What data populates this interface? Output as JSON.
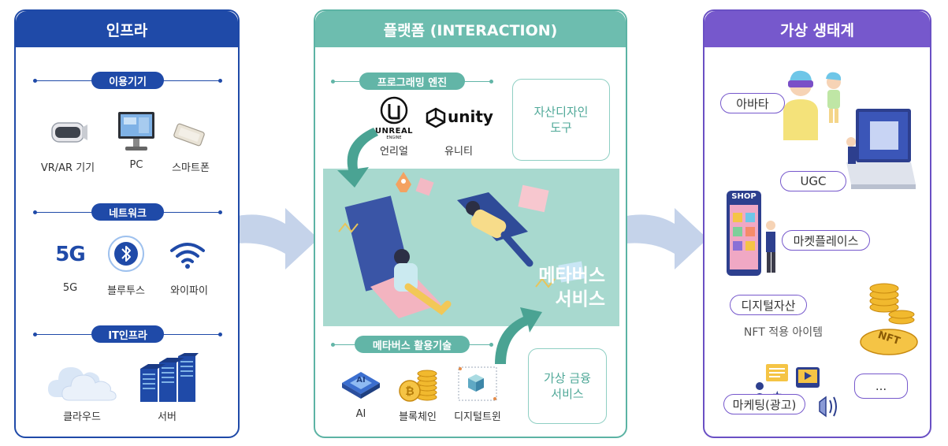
{
  "infra": {
    "title": "인프라",
    "devices": {
      "header": "이용기기",
      "items": [
        "VR/AR 기기",
        "PC",
        "스마트폰"
      ]
    },
    "network": {
      "header": "네트워크",
      "items": [
        "5G",
        "블루투스",
        "와이파이"
      ],
      "fiveg_logo": "5G"
    },
    "it": {
      "header": "IT인프라",
      "items": [
        "클라우드",
        "서버"
      ]
    }
  },
  "platform": {
    "title": "플랫폼 (INTERACTION)",
    "engine": {
      "header": "프로그래밍 엔진",
      "unreal_logo": "UNREAL",
      "unreal_sub": "ENGINE",
      "unreal": "언리얼",
      "unity_logo": "unity",
      "unity": "유니티"
    },
    "asset_tool": [
      "자산디자인",
      "도구"
    ],
    "service": [
      "메타버스",
      "서비스"
    ],
    "tech": {
      "header": "메타버스 활용기술",
      "items": [
        "AI",
        "블록체인",
        "디지털트윈"
      ],
      "ai_chip": "AI"
    },
    "finance": [
      "가상 금융",
      "서비스"
    ]
  },
  "ecosystem": {
    "title": "가상 생태계",
    "avatar": "아바타",
    "ugc": "UGC",
    "shop_sign": "SHOP",
    "market": "마켓플레이스",
    "digital_asset": "디지털자산",
    "nft_item": "NFT 적용 아이템",
    "nft_coin": "NFT",
    "marketing": "마케팅(광고)",
    "more": "..."
  },
  "colors": {
    "infra": "#1f4aa8",
    "platform": "#6dbdaf",
    "ecosystem": "#7658cc",
    "arrow": "#c5d3ea"
  }
}
